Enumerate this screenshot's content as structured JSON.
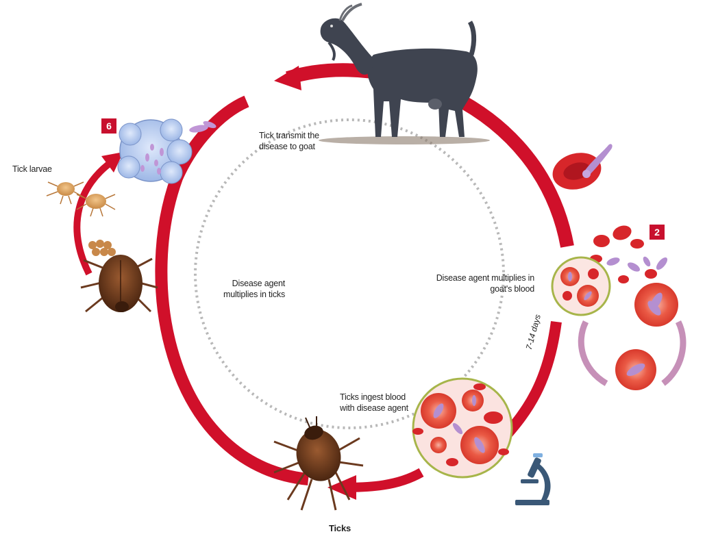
{
  "labels": {
    "tick_transmit": "Tick transmit the\ndisease to goat",
    "multiplies_goat": "Disease agent multiplies in\ngoat's blood",
    "multiplies_ticks": "Disease agent\nmultiplies in ticks",
    "ingest_blood": "Ticks ingest blood\nwith disease agent",
    "tick_larvae": "Tick larvae",
    "ticks": "Ticks",
    "days": "7-14 days"
  },
  "badges": {
    "step_6": "6",
    "step_2": "2"
  },
  "colors": {
    "cycle_red": "#d0102a",
    "badge_red": "#c8102e",
    "dotted_gray": "#b8b8b8",
    "cell_red": "#e8473a",
    "parasite_purple": "#b48fd0",
    "goat_gray": "#3f4450",
    "tick_brown": "#6b3a1f",
    "gland_blue": "#a9c2ec"
  },
  "icons": [
    "goat-illustration",
    "tick-illustration",
    "tick-larvae-illustration",
    "salivary-gland-illustration",
    "blood-cell-illustration",
    "microscope-icon"
  ]
}
